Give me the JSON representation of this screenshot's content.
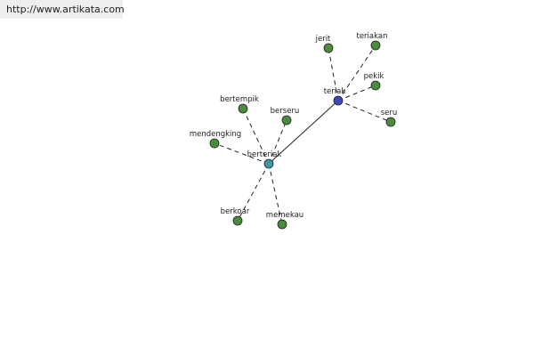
{
  "header": {
    "url": "http://www.artikata.com"
  },
  "graph": {
    "center": {
      "label": "teriak",
      "color": "#3c4bb8"
    },
    "hub": {
      "label": "berteriak",
      "color": "#3a9aa0"
    },
    "teriak_neighbors": [
      "jerit",
      "teriakan",
      "pekik",
      "seru"
    ],
    "berteriak_neighbors": [
      "bertempik",
      "berseru",
      "mendengking",
      "berkoar",
      "memekau"
    ],
    "leaf_color": "#4a8c3c"
  }
}
